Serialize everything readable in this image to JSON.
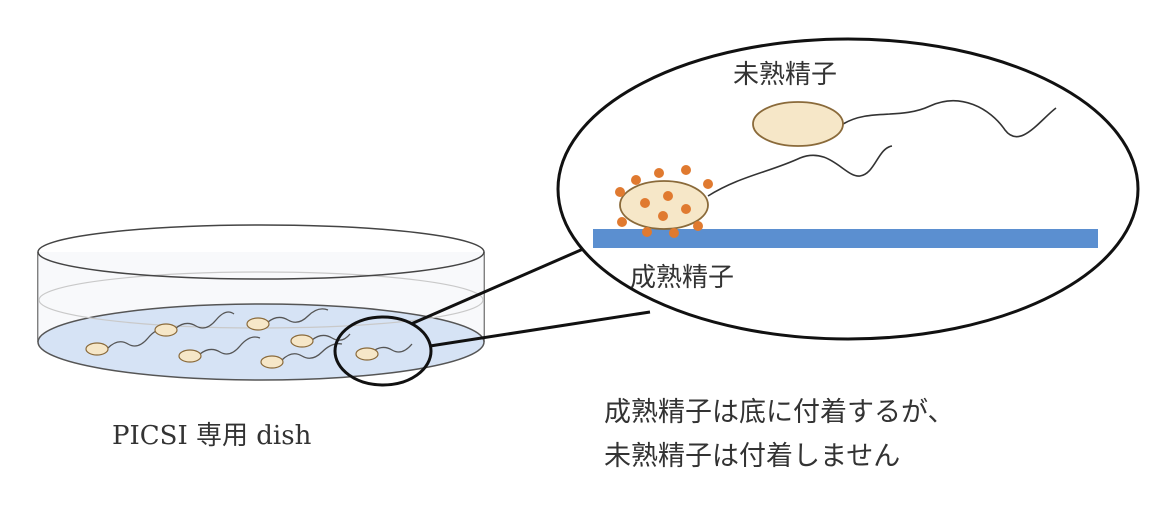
{
  "labels": {
    "immature_sperm": "未熟精子",
    "mature_sperm": "成熟精子",
    "dish": "PICSI 専用 dish",
    "caption_line1": "成熟精子は底に付着するが、",
    "caption_line2": "未熟精子は付着しません"
  },
  "colors": {
    "outline": "#1a1a1a",
    "sperm_head": "#f6e7c8",
    "sperm_head_stroke": "#8a6a3a",
    "dots": "#e07a30",
    "bottom_bar": "#5b8fd0",
    "dish_liquid": "#d6e3f5"
  }
}
